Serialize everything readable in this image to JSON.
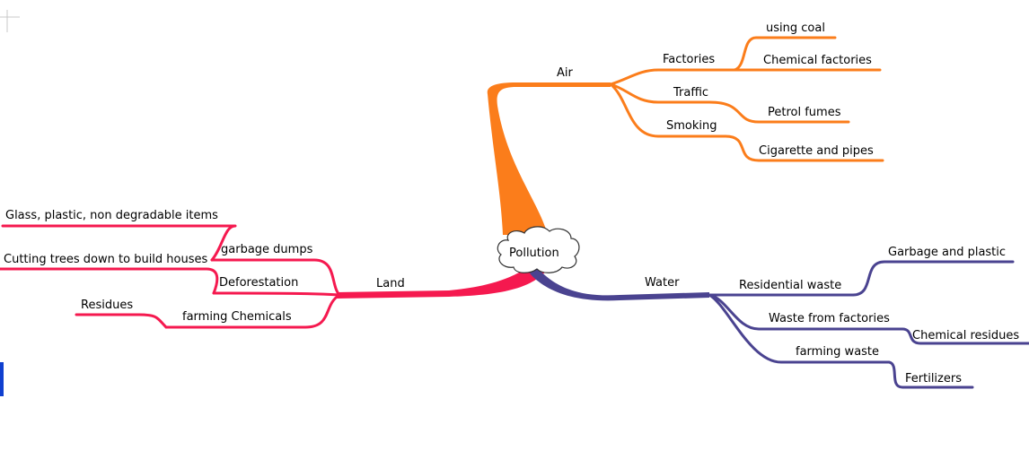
{
  "colors": {
    "air": "#fb7d1b",
    "land": "#f5194f",
    "water": "#4a4390",
    "cloud_fill": "#ffffff",
    "cloud_stroke": "#333333",
    "cursor": "#1040d0",
    "corner_mark": "#c8c8c8"
  },
  "center": {
    "label": "Pollution"
  },
  "branches": {
    "air": {
      "label": "Air",
      "children": [
        {
          "label": "Factories",
          "children": [
            "using coal",
            "Chemical factories"
          ]
        },
        {
          "label": "Traffic",
          "children": [
            "Petrol fumes"
          ]
        },
        {
          "label": "Smoking",
          "children": [
            "Cigarette and pipes"
          ]
        }
      ]
    },
    "land": {
      "label": "Land",
      "children": [
        {
          "label": "garbage dumps",
          "children": [
            "Glass, plastic, non degradable items"
          ]
        },
        {
          "label": "Deforestation",
          "children": [
            "Cutting trees down to build houses"
          ]
        },
        {
          "label": "farming Chemicals",
          "children": [
            "Residues"
          ]
        }
      ]
    },
    "water": {
      "label": "Water",
      "children": [
        {
          "label": "Residential waste",
          "children": [
            "Garbage and plastic"
          ]
        },
        {
          "label": "Waste from factories",
          "children": [
            "Chemical residues"
          ]
        },
        {
          "label": "farming waste",
          "children": [
            "Fertilizers"
          ]
        }
      ]
    }
  }
}
